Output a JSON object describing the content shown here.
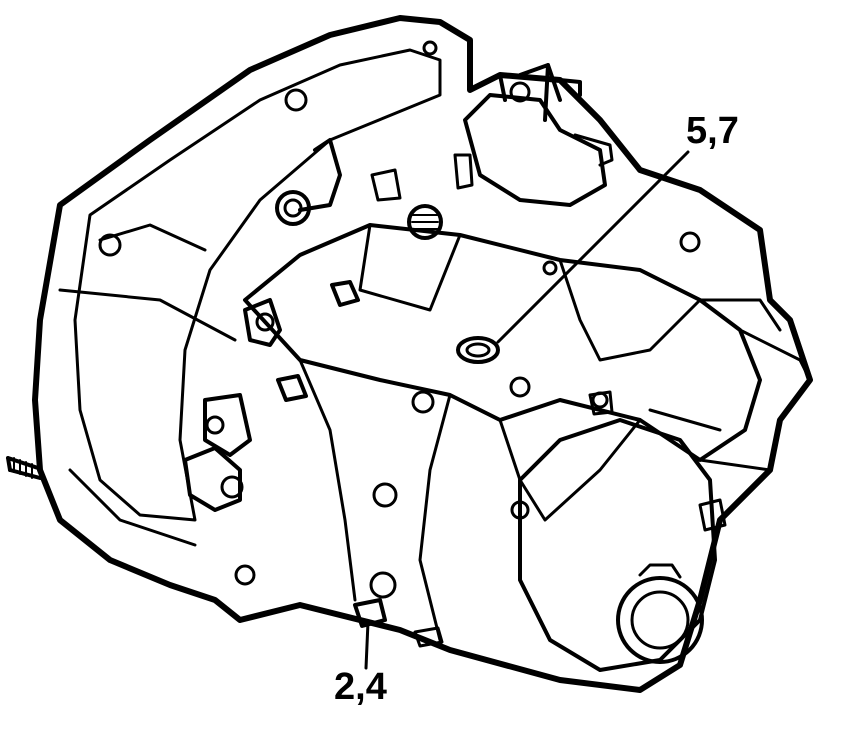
{
  "diagram": {
    "callouts": [
      {
        "id": "upper",
        "text": "5,7"
      },
      {
        "id": "lower",
        "text": "2,4"
      }
    ],
    "colors": {
      "line": "#000000",
      "background": "#ffffff"
    }
  }
}
